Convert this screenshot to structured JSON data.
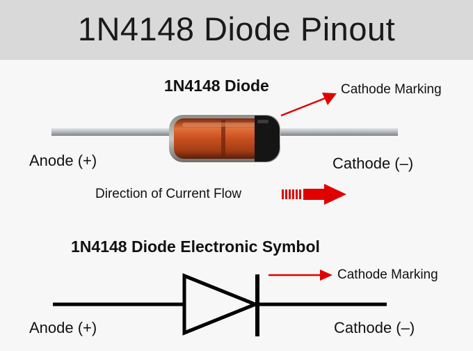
{
  "header": {
    "title": "1N4148 Diode Pinout"
  },
  "photo": {
    "title": "1N4148 Diode",
    "cathode_marking": "Cathode Marking",
    "anode_label": "Anode (+)",
    "cathode_label": "Cathode (–)",
    "current_flow": "Direction of Current Flow"
  },
  "symbol": {
    "title": "1N4148 Diode Electronic Symbol",
    "cathode_marking": "Cathode Marking",
    "anode_label": "Anode (+)",
    "cathode_label": "Cathode (–)"
  },
  "colors": {
    "header_bg": "#d9d9d9",
    "diode_body": "#c8501f",
    "cathode_band": "#151515",
    "arrow": "#e00000",
    "lead": "#b5b9bc"
  }
}
